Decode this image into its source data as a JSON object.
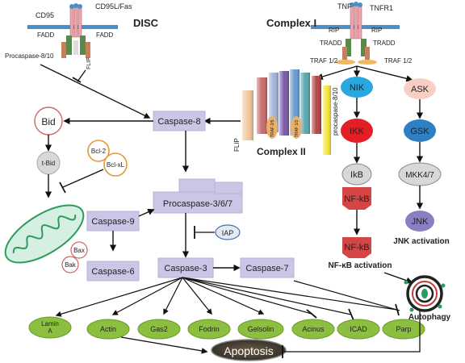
{
  "disc": {
    "title": "DISC",
    "cd95": "CD95",
    "ligand": "CD95L/Fas",
    "fadd_left": "FADD",
    "fadd_right": "FADD",
    "flip": "FLIP",
    "procaspase": "Procaspase-8/10"
  },
  "complex1": {
    "title": "Complex I",
    "tnf": "TNF",
    "tnfr1": "TNFR1",
    "rip_left": "RIP",
    "rip_right": "RIP",
    "tradd_left": "TRADD",
    "tradd_right": "TRADD",
    "traf_left": "TRAF 1/2",
    "traf_right": "TRAF 1/2"
  },
  "complex2": {
    "title": "Complex II",
    "flip": "FLIP",
    "procaspase": "procaspase-8/10",
    "traf_a": "TRAF 2/5",
    "traf_b": "TRAF 1/2"
  },
  "nodes": {
    "caspase8": "Caspase-8",
    "bid": "Bid",
    "tbid": "t-Bid",
    "bcl2": "Bcl-2",
    "bclxl": "Bcl-xL",
    "bax": "Bax",
    "bak": "Bak",
    "procaspase367": "Procaspase-3/6/7",
    "caspase9": "Caspase-9",
    "iap": "IAP",
    "caspase6": "Caspase-6",
    "caspase3": "Caspase-3",
    "caspase7": "Caspase-7",
    "nik": "NIK",
    "ikk": "IKK",
    "ikb": "IkB",
    "nfkb1": "NF-kB",
    "nfkb2": "NF-kB",
    "nfkb_activation": "NF-κB activation",
    "ask": "ASK",
    "gsk": "GSK",
    "mkk47": "MKK4/7",
    "jnk": "JNK",
    "jnk_activation": "JNK activation",
    "autophagy": "Autophagy",
    "apoptosis": "Apoptosis"
  },
  "substrates": [
    "Lamin A",
    "Actin",
    "Gas2",
    "Fodrin",
    "Gelsolin",
    "Acinus",
    "ICAD",
    "Parp"
  ],
  "colors": {
    "caspase_box": "#c9c6e6",
    "membrane": "#4a8fc8",
    "nik": "#29a8e0",
    "ikk": "#e31e24",
    "nfkb": "#d64545",
    "ask": "#f7cfc4",
    "gsk": "#2f7fc4",
    "jnk": "#8a7fc2",
    "substrate": "#8cbf3f",
    "mito": "#3aa86b"
  }
}
